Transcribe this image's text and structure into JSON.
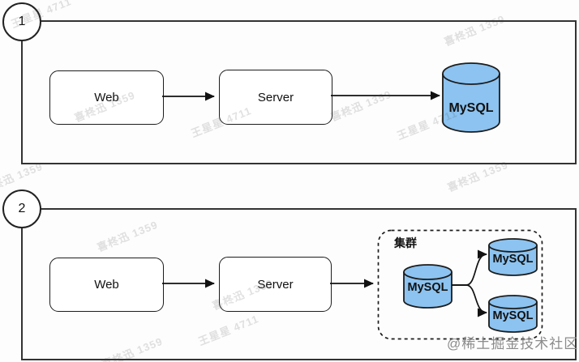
{
  "sections": [
    {
      "badge": "1",
      "nodes": [
        {
          "label": "Web",
          "type": "process"
        },
        {
          "label": "Server",
          "type": "process"
        },
        {
          "label": "MySQL",
          "type": "database"
        }
      ],
      "flow": "Web -> Server -> MySQL"
    },
    {
      "badge": "2",
      "nodes": [
        {
          "label": "Web",
          "type": "process"
        },
        {
          "label": "Server",
          "type": "process"
        }
      ],
      "cluster": {
        "label": "集群",
        "nodes": [
          {
            "label": "MySQL",
            "type": "database",
            "role": "primary"
          },
          {
            "label": "MySQL",
            "type": "database",
            "role": "replica-top"
          },
          {
            "label": "MySQL",
            "type": "database",
            "role": "replica-bottom"
          }
        ]
      },
      "flow": "Web -> Server -> 集群(MySQL -> MySQL x2)"
    }
  ],
  "watermarks": {
    "a": "王星星 4711",
    "b": "喜柊迅 1359",
    "credit": "@稀土掘金技术社区"
  },
  "colors": {
    "cylinder_fill": "#8cc3f0",
    "cylinder_top_fill": "#a3d1f7",
    "stroke": "#1c1c1c"
  }
}
